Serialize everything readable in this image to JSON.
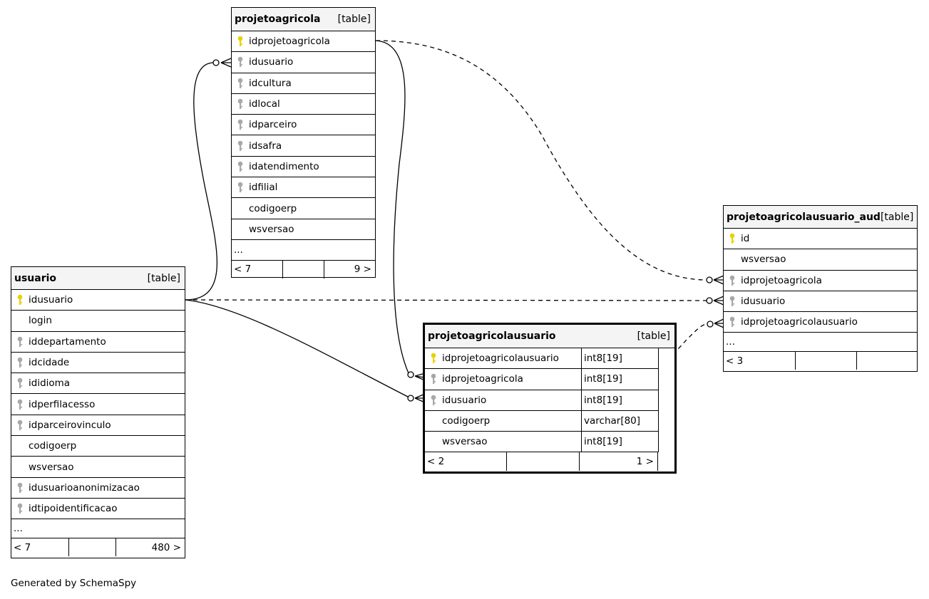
{
  "diagram": {
    "credit": "Generated by SchemaSpy",
    "colors": {
      "pk_key": "#e8d100",
      "fk_key": "#a8a8a8",
      "header_bg": "#f4f4f4",
      "line": "#000000"
    },
    "tables": {
      "projetoagricola": {
        "name": "projetoagricola",
        "type": "[table]",
        "columns": [
          {
            "name": "idprojetoagricola",
            "key": "pk"
          },
          {
            "name": "idusuario",
            "key": "fk"
          },
          {
            "name": "idcultura",
            "key": "fk"
          },
          {
            "name": "idlocal",
            "key": "fk"
          },
          {
            "name": "idparceiro",
            "key": "fk"
          },
          {
            "name": "idsafra",
            "key": "fk"
          },
          {
            "name": "idatendimento",
            "key": "fk"
          },
          {
            "name": "idfilial",
            "key": "fk"
          },
          {
            "name": "codigoerp",
            "key": ""
          },
          {
            "name": "wsversao",
            "key": ""
          }
        ],
        "ellipsis": "...",
        "footer": {
          "parents": "< 7",
          "middle": "",
          "children": "9 >"
        }
      },
      "usuario": {
        "name": "usuario",
        "type": "[table]",
        "columns": [
          {
            "name": "idusuario",
            "key": "pk"
          },
          {
            "name": "login",
            "key": ""
          },
          {
            "name": "iddepartamento",
            "key": "fk"
          },
          {
            "name": "idcidade",
            "key": "fk"
          },
          {
            "name": "ididioma",
            "key": "fk"
          },
          {
            "name": "idperfilacesso",
            "key": "fk"
          },
          {
            "name": "idparceirovinculo",
            "key": "fk"
          },
          {
            "name": "codigoerp",
            "key": ""
          },
          {
            "name": "wsversao",
            "key": ""
          },
          {
            "name": "idusuarioanonimizacao",
            "key": "fk"
          },
          {
            "name": "idtipoidentificacao",
            "key": "fk"
          }
        ],
        "ellipsis": "...",
        "footer": {
          "parents": "< 7",
          "middle": "",
          "children": "480 >"
        }
      },
      "projetoagricolausuario": {
        "name": "projetoagricolausuario",
        "type": "[table]",
        "columns": [
          {
            "name": "idprojetoagricolausuario",
            "key": "pk",
            "dtype": "int8[19]"
          },
          {
            "name": "idprojetoagricola",
            "key": "fk",
            "dtype": "int8[19]"
          },
          {
            "name": "idusuario",
            "key": "fk",
            "dtype": "int8[19]"
          },
          {
            "name": "codigoerp",
            "key": "",
            "dtype": "varchar[80]"
          },
          {
            "name": "wsversao",
            "key": "",
            "dtype": "int8[19]"
          }
        ],
        "footer": {
          "parents": "< 2",
          "middle": "",
          "children": "1 >"
        }
      },
      "projetoagricolausuario_aud": {
        "name": "projetoagricolausuario_aud",
        "type": "[table]",
        "columns": [
          {
            "name": "id",
            "key": "pk"
          },
          {
            "name": "wsversao",
            "key": ""
          },
          {
            "name": "idprojetoagricola",
            "key": "fk"
          },
          {
            "name": "idusuario",
            "key": "fk"
          },
          {
            "name": "idprojetoagricolausuario",
            "key": "fk"
          }
        ],
        "ellipsis": "...",
        "footer": {
          "parents": "< 3",
          "middle": "",
          "children": ""
        }
      }
    }
  }
}
